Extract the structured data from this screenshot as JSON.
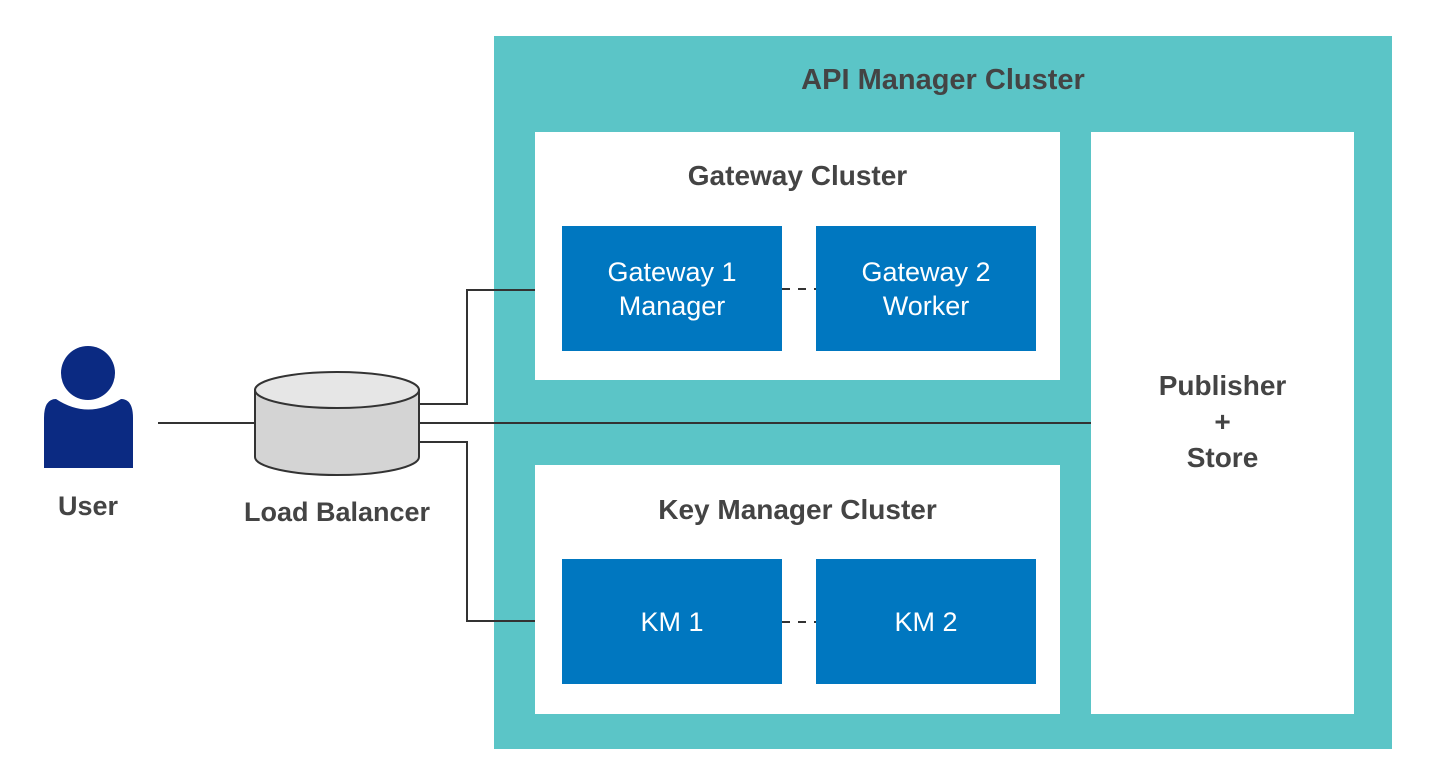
{
  "colors": {
    "cluster_bg": "#5bc5c7",
    "node_blue": "#0077c0",
    "user_navy": "#0b2a82",
    "lb_gray": "#d4d4d4",
    "text": "#444444"
  },
  "user": {
    "label": "User",
    "icon": "person-icon"
  },
  "load_balancer": {
    "label": "Load Balancer",
    "icon": "cylinder-icon"
  },
  "api_manager": {
    "title": "API Manager Cluster",
    "gateway_cluster": {
      "title": "Gateway Cluster",
      "nodes": [
        {
          "line1": "Gateway 1",
          "line2": "Manager"
        },
        {
          "line1": "Gateway 2",
          "line2": "Worker"
        }
      ]
    },
    "key_manager_cluster": {
      "title": "Key Manager Cluster",
      "nodes": [
        {
          "label": "KM 1"
        },
        {
          "label": "KM 2"
        }
      ]
    },
    "publisher_store": {
      "line1": "Publisher",
      "line2": "+",
      "line3": "Store"
    }
  }
}
